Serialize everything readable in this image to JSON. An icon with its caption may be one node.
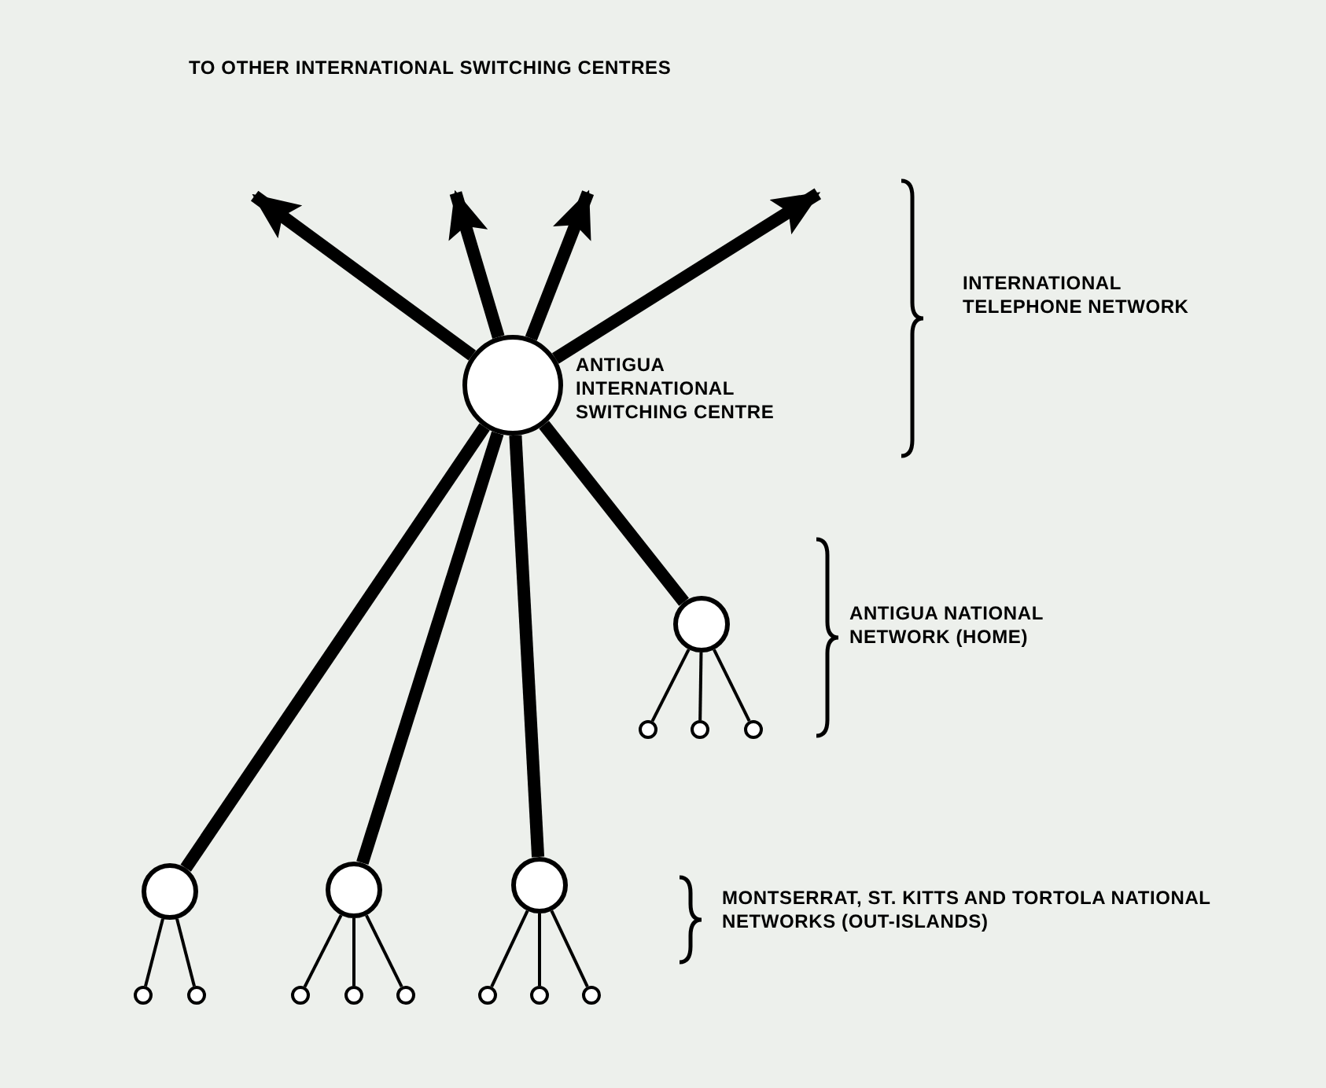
{
  "diagram": {
    "nodes": [
      {
        "text": [],
        "shape": "circle",
        "beside": [
          "ANTIGUA INTERNATIONAL SWITCHING CENTRE"
        ]
      },
      {
        "text": [],
        "shape": "circle"
      },
      {
        "text": [],
        "shape": "circle"
      },
      {
        "text": [],
        "shape": "circle"
      },
      {
        "text": [],
        "shape": "circle"
      },
      {
        "text": [],
        "shape": "circle"
      },
      {
        "text": [],
        "shape": "circle"
      },
      {
        "text": [],
        "shape": "circle"
      },
      {
        "text": [],
        "shape": "circle"
      },
      {
        "text": [],
        "shape": "circle"
      },
      {
        "text": [],
        "shape": "circle"
      },
      {
        "text": [],
        "shape": "circle"
      },
      {
        "text": [],
        "shape": "circle"
      },
      {
        "text": [],
        "shape": "circle"
      },
      {
        "text": [],
        "shape": "circle"
      },
      {
        "text": [],
        "shape": "circle"
      }
    ],
    "edges": [
      {
        "from": 0,
        "to": null,
        "arrow": "to",
        "style": "thick"
      },
      {
        "from": 0,
        "to": null,
        "arrow": "to",
        "style": "thick"
      },
      {
        "from": 0,
        "to": null,
        "arrow": "to",
        "style": "thick"
      },
      {
        "from": 0,
        "to": null,
        "arrow": "to",
        "style": "thick"
      },
      {
        "from": 0,
        "to": 1,
        "arrow": "none",
        "style": "thick"
      },
      {
        "from": 0,
        "to": 5,
        "arrow": "none",
        "style": "thick"
      },
      {
        "from": 0,
        "to": 6,
        "arrow": "none",
        "style": "thick"
      },
      {
        "from": 0,
        "to": 7,
        "arrow": "none",
        "style": "thick"
      },
      {
        "from": 1,
        "to": 2,
        "arrow": "none"
      },
      {
        "from": 1,
        "to": 3,
        "arrow": "none"
      },
      {
        "from": 1,
        "to": 4,
        "arrow": "none"
      },
      {
        "from": 5,
        "to": 8,
        "arrow": "none"
      },
      {
        "from": 5,
        "to": 9,
        "arrow": "none"
      },
      {
        "from": 6,
        "to": 10,
        "arrow": "none"
      },
      {
        "from": 6,
        "to": 11,
        "arrow": "none"
      },
      {
        "from": 6,
        "to": 12,
        "arrow": "none"
      },
      {
        "from": 7,
        "to": 13,
        "arrow": "none"
      },
      {
        "from": 7,
        "to": 14,
        "arrow": "none"
      },
      {
        "from": 7,
        "to": 15,
        "arrow": "none"
      }
    ],
    "labels": [
      "TO OTHER INTERNATIONAL SWITCHING CENTRES",
      "INTERNATIONAL TELEPHONE NETWORK",
      "ANTIGUA NATIONAL NETWORK (HOME)",
      "MONTSERRAT, ST. KITTS AND TORTOLA NATIONAL NETWORKS (OUT-ISLANDS)"
    ]
  }
}
